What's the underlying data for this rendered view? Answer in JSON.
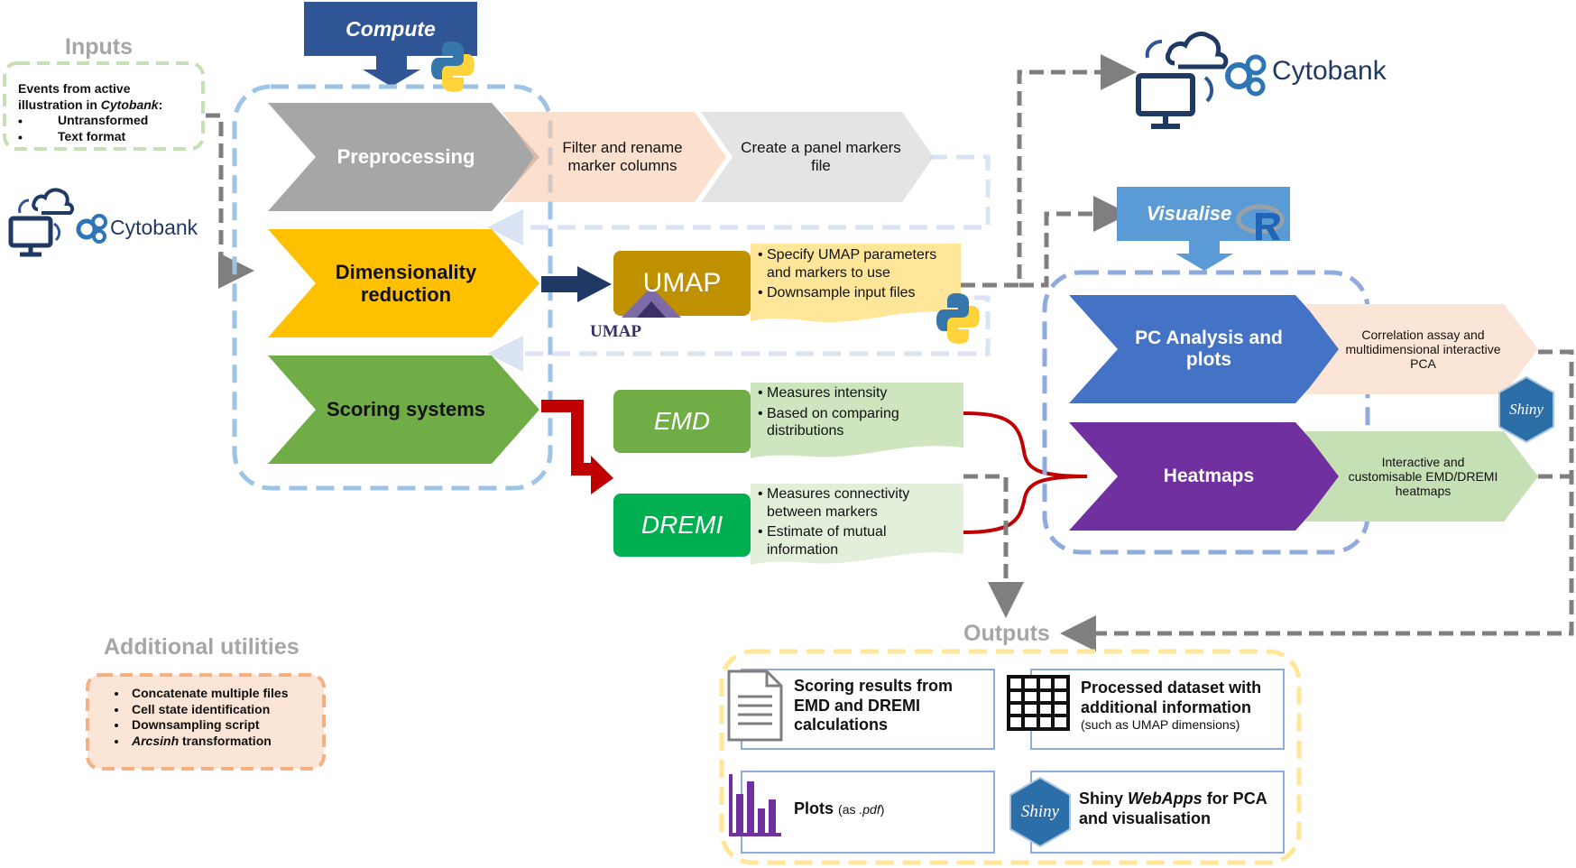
{
  "inputs": {
    "heading": "Inputs",
    "description_line1": "Events from active",
    "description_line2": "illustration in",
    "description_italic": "Cytobank",
    "description_colon": ":",
    "items": [
      "Untransformed",
      "Text format"
    ],
    "logo_text": "Cytobank"
  },
  "compute": {
    "label": "Compute"
  },
  "pipeline": {
    "preprocessing": "Preprocessing",
    "dimensionality_reduction": "Dimensionality reduction",
    "scoring_systems": "Scoring systems",
    "filter_rename": "Filter and rename marker columns",
    "panel_markers": "Create a panel markers file"
  },
  "umap": {
    "label": "UMAP",
    "logo_text": "UMAP",
    "notes": [
      "Specify UMAP parameters and markers to use",
      "Downsample input files"
    ]
  },
  "emd": {
    "label": "EMD",
    "notes": [
      "Measures intensity",
      "Based on comparing distributions"
    ]
  },
  "dremi": {
    "label": "DREMI",
    "notes": [
      "Measures connectivity between markers",
      "Estimate of mutual information"
    ]
  },
  "cytobank_top": {
    "logo_text": "Cytobank"
  },
  "visualise": {
    "label": "Visualise",
    "pca": "PC Analysis and plots",
    "pca_desc": "Correlation assay and multidimensional interactive PCA",
    "heatmaps": "Heatmaps",
    "heatmaps_desc": "Interactive and customisable EMD/DREMI heatmaps",
    "shiny_logo": "Shiny"
  },
  "utilities": {
    "heading": "Additional utilities",
    "items": [
      "Concatenate multiple files",
      "Cell state identification",
      "Downsampling script"
    ],
    "last_italic": "Arcsinh",
    "last_rest": " transformation"
  },
  "outputs": {
    "heading": "Outputs",
    "scoring": "Scoring results from EMD and DREMI calculations",
    "processed_main": "Processed dataset with additional information",
    "processed_sub": "(such as UMAP dimensions)",
    "plots_main": "Plots",
    "plots_sub_open": "(as ",
    "plots_sub_italic": ".pdf",
    "plots_sub_close": ")",
    "shiny_pre": "Shiny ",
    "shiny_italic": "WebApps",
    "shiny_post": " for PCA and visualisation",
    "shiny_logo": "Shiny"
  },
  "colors": {
    "compute": "#2f5597",
    "preprocessing": "#a6a6a6",
    "dimred": "#ffc000",
    "scoring": "#70ad47",
    "umap": "#bf9000",
    "emd": "#70ad47",
    "dremi": "#00b050",
    "visualise": "#5b9bd5",
    "pca": "#4472c4",
    "heatmaps": "#7030a0",
    "red_arrow": "#c00000"
  }
}
